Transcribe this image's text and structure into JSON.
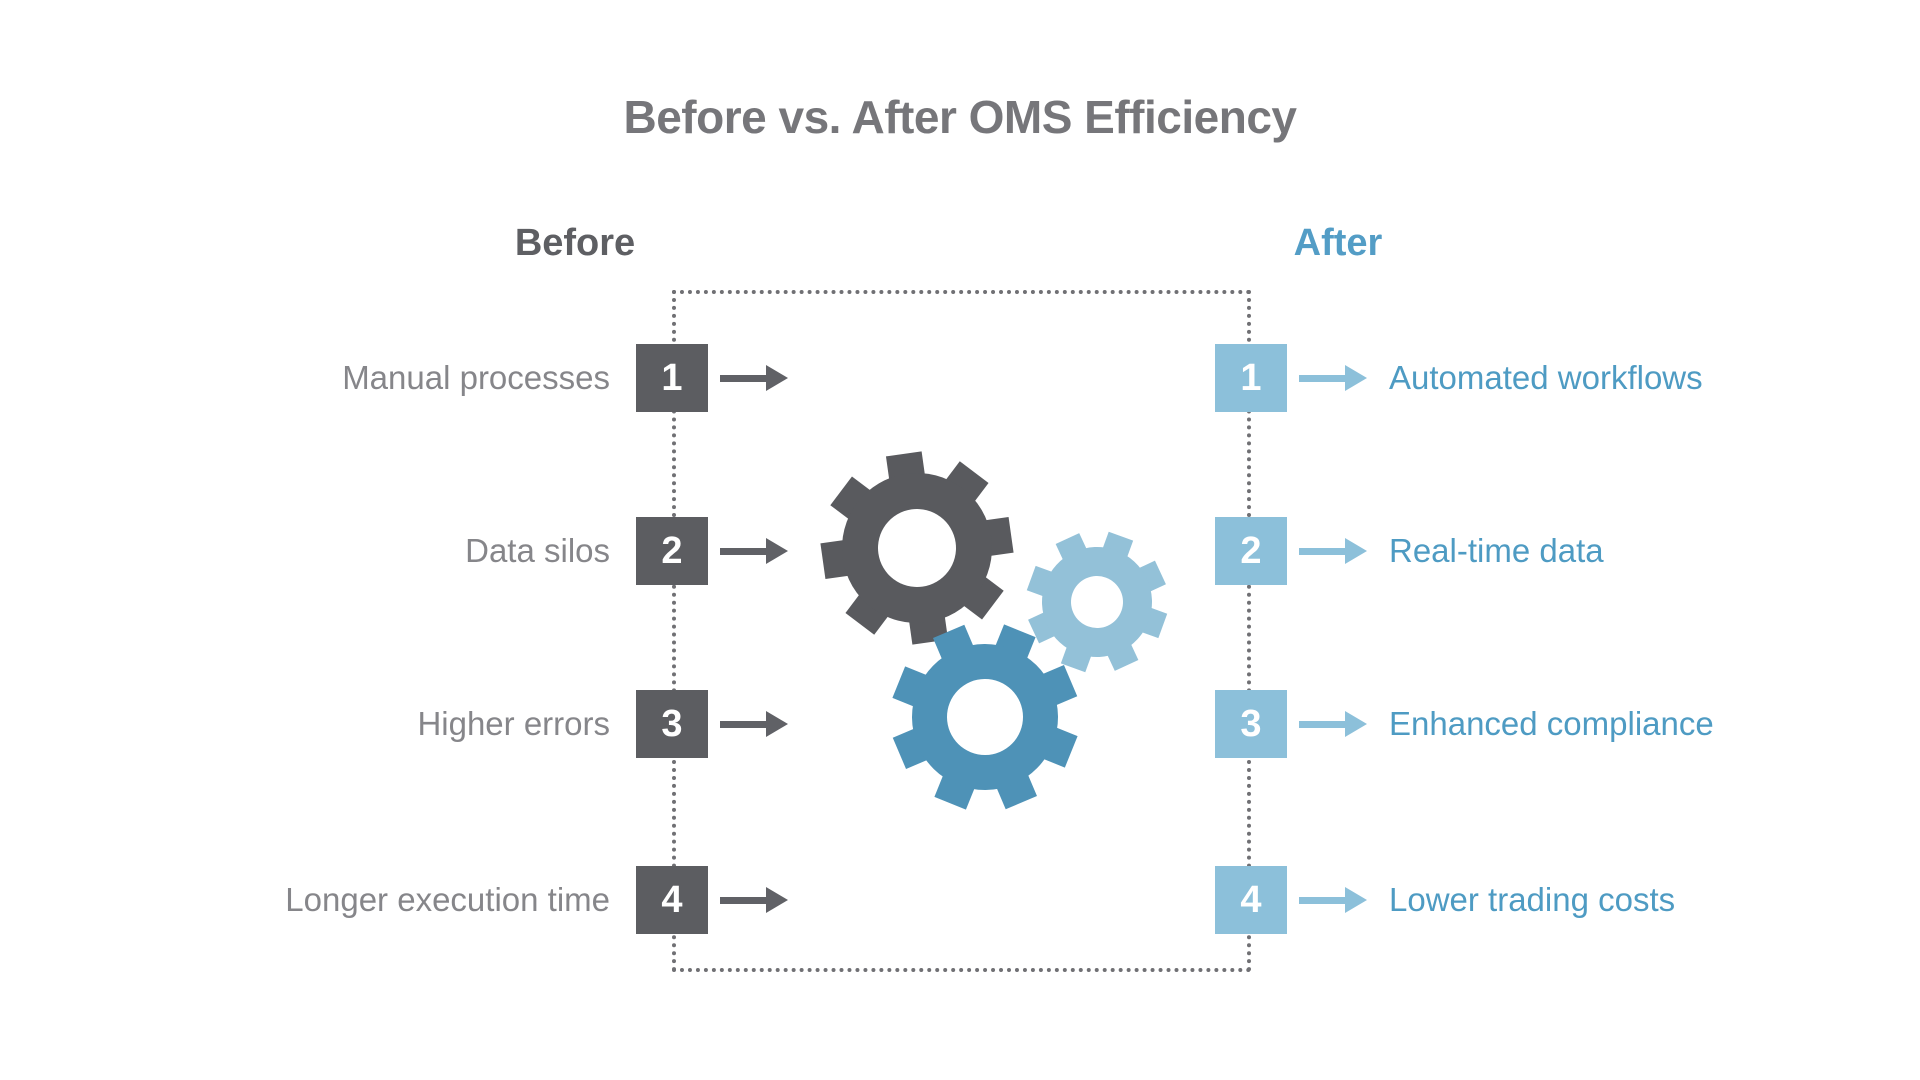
{
  "title": "Before vs. After OMS Efficiency",
  "before": {
    "header": "Before",
    "items": [
      {
        "num": "1",
        "label": "Manual processes"
      },
      {
        "num": "2",
        "label": "Data silos"
      },
      {
        "num": "3",
        "label": "Higher errors"
      },
      {
        "num": "4",
        "label": "Longer execution time"
      }
    ]
  },
  "after": {
    "header": "After",
    "items": [
      {
        "num": "1",
        "label": "Automated workflows"
      },
      {
        "num": "2",
        "label": "Real-time data"
      },
      {
        "num": "3",
        "label": "Enhanced compliance"
      },
      {
        "num": "4",
        "label": "Lower trading costs"
      }
    ]
  },
  "icons": {
    "gear_dark": "gear-icon",
    "gear_light_blue": "gear-icon",
    "gear_blue": "gear-icon",
    "arrow": "arrow-right-icon"
  },
  "colors": {
    "background": "#ffffff",
    "title_text": "#76767a",
    "before_header_text": "#5e5f63",
    "after_header_text": "#539dc6",
    "before_label_text": "#86868a",
    "after_label_text": "#4e9bc3",
    "before_box": "#5c5d61",
    "after_box": "#8cc0da",
    "box_number_text": "#ffffff",
    "before_arrow": "#606166",
    "after_arrow": "#8cc0da",
    "dotted_frame": "#707074",
    "gear_dark": "#595a5e",
    "gear_light_blue": "#93c1d8",
    "gear_blue": "#4e92b7"
  }
}
